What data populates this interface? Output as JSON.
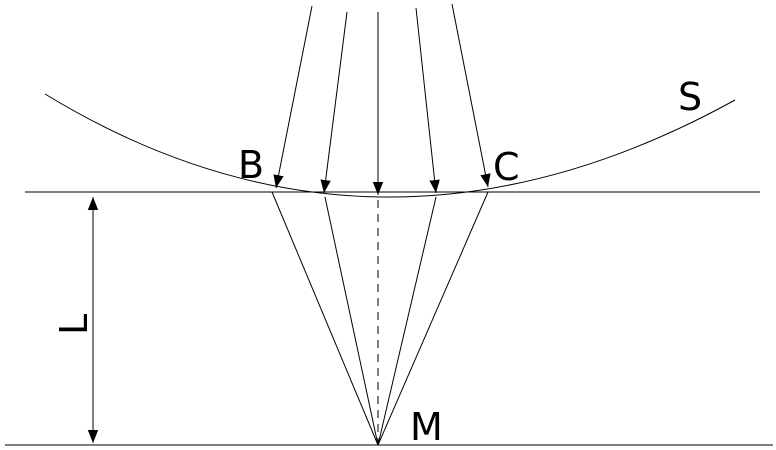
{
  "labels": {
    "surface": "S",
    "point_b": "B",
    "point_c": "C",
    "point_m": "M",
    "length": "L"
  },
  "colors": {
    "ink": "#000000",
    "background": "#ffffff"
  }
}
